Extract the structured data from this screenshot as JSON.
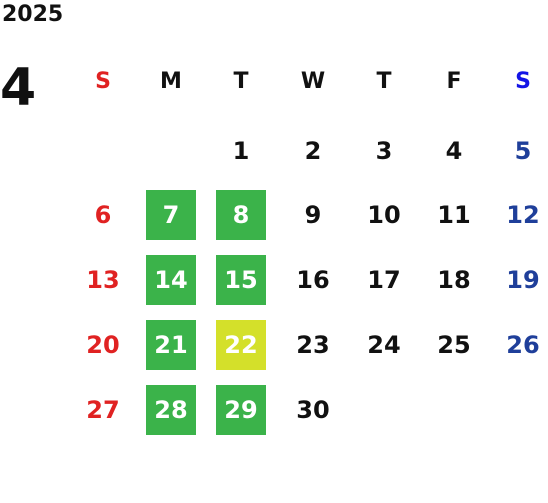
{
  "calendar": {
    "year": "2025",
    "month": "4",
    "weekdays": [
      "S",
      "M",
      "T",
      "W",
      "T",
      "F",
      "S"
    ],
    "first_weekday_index": 2,
    "days_in_month": 30,
    "colors": {
      "sunday": "#e02222",
      "saturday": "#1f3f9a",
      "saturday_header": "#1414e6",
      "weekday": "#111111",
      "highlight_green": "#3bb34a",
      "highlight_yellow": "#d4e02a",
      "highlight_text": "#ffffff"
    },
    "highlighted_days": [
      {
        "day": 7,
        "color": "green"
      },
      {
        "day": 8,
        "color": "green"
      },
      {
        "day": 14,
        "color": "green"
      },
      {
        "day": 15,
        "color": "green"
      },
      {
        "day": 21,
        "color": "green"
      },
      {
        "day": 22,
        "color": "yellow"
      },
      {
        "day": 28,
        "color": "green"
      },
      {
        "day": 29,
        "color": "green"
      }
    ]
  }
}
